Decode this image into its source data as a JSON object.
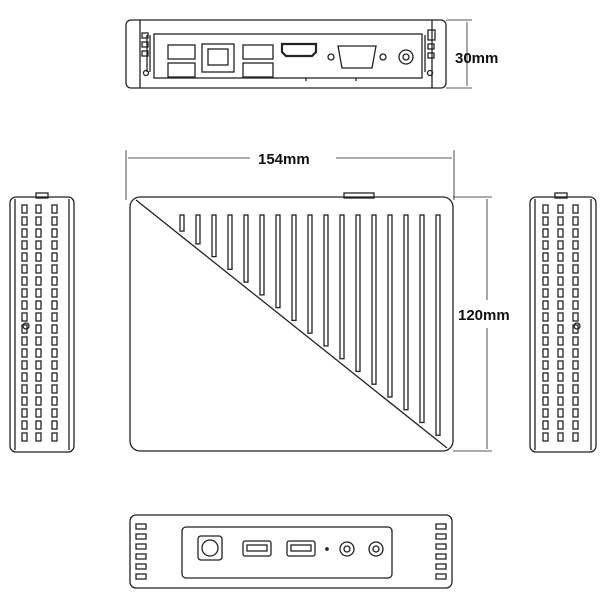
{
  "title": "Mini PC dimension drawing",
  "dimensions": {
    "height": "30mm",
    "width": "154mm",
    "depth": "120mm"
  },
  "views": [
    "rear-io-view",
    "top-view",
    "left-side-view",
    "right-side-view",
    "front-view"
  ]
}
